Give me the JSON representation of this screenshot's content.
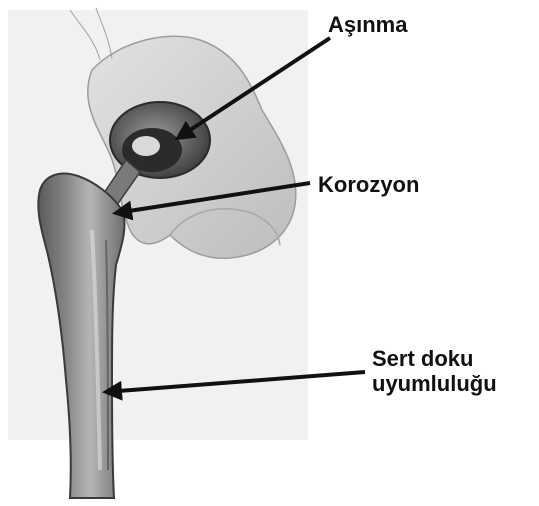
{
  "labels": {
    "wear": "Aşınma",
    "corrosion": "Korozyon",
    "tissue_line1": "Sert doku",
    "tissue_line2": "uyumluluğu"
  },
  "colors": {
    "background": "#ffffff",
    "bone_dark": "#4a4a4a",
    "bone_light": "#cfcfcf",
    "arrow": "#111111"
  }
}
